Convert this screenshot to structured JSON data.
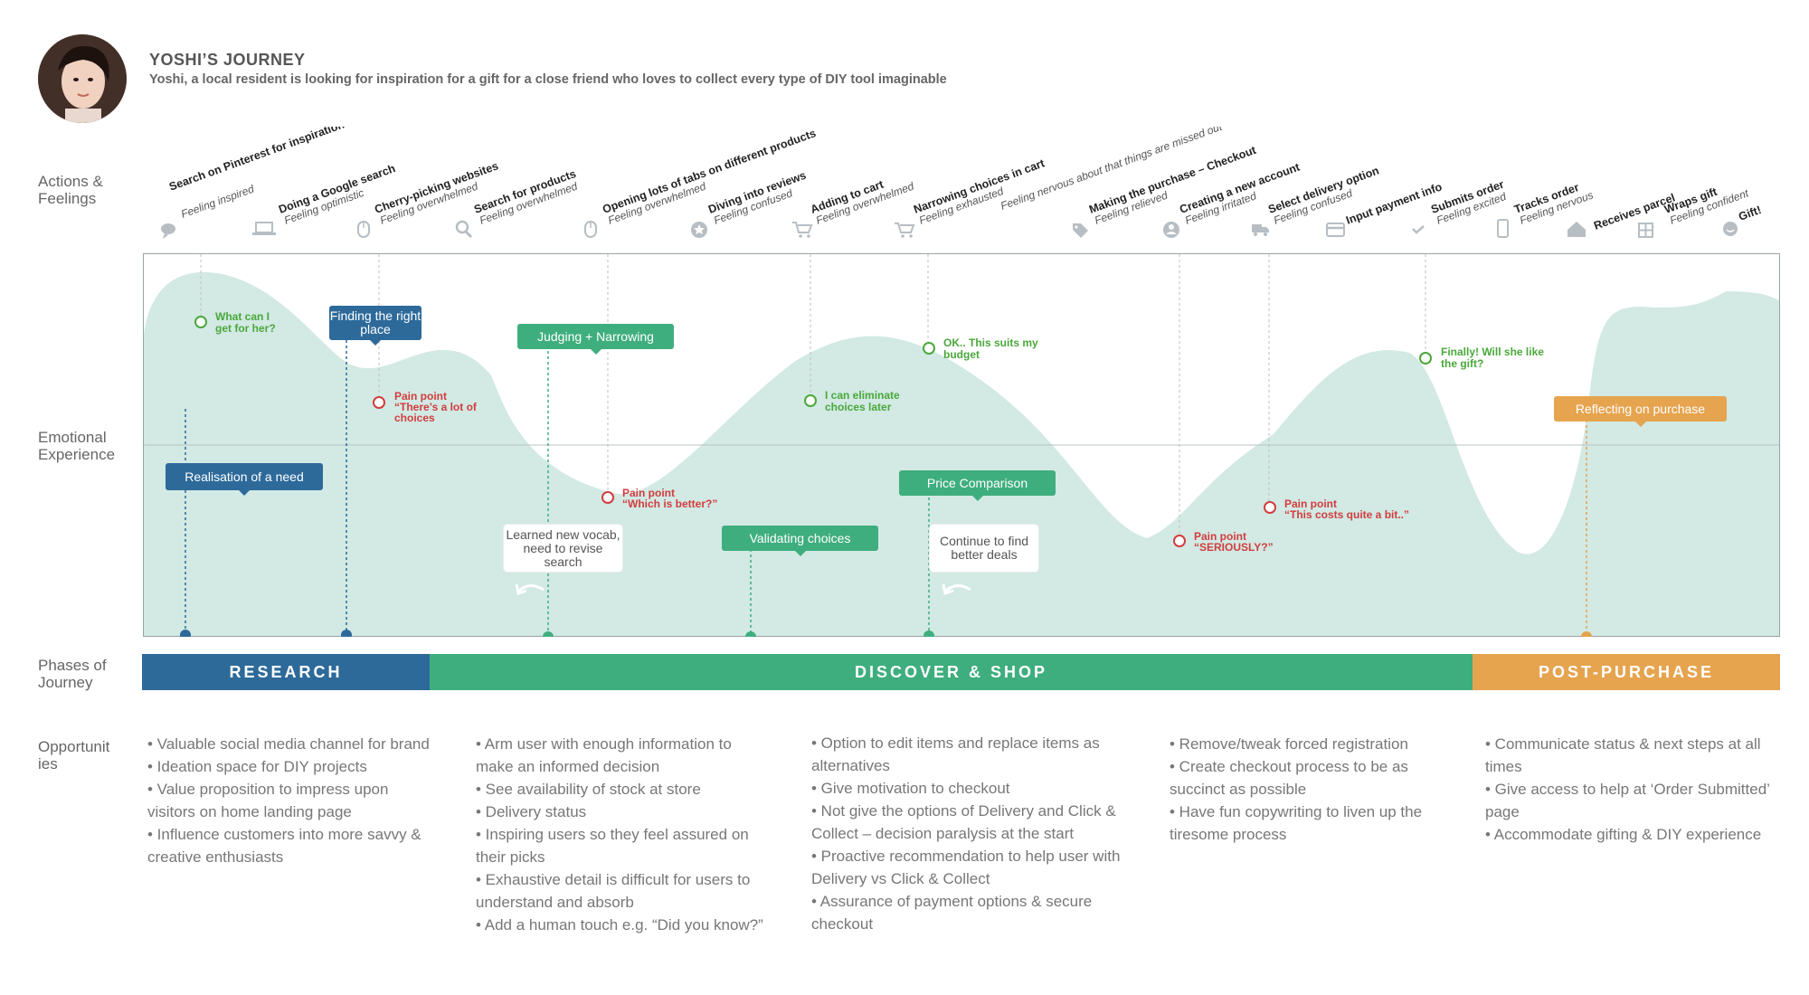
{
  "header": {
    "title": "YOSHI’S JOURNEY",
    "subtitle": "Yoshi, a local resident is looking for inspiration for a gift for a close friend who loves to collect every type of DIY tool imaginable"
  },
  "row_labels": {
    "actions": "Actions & Feelings",
    "emotional": "Emotional Experience",
    "phases": "Phases of Journey",
    "opportunities": "Opportunities"
  },
  "actions": [
    {
      "icon": "speech-bubble-icon",
      "action": "Search on Pinterest for inspiration",
      "feeling": "Feeling inspired"
    },
    {
      "icon": "laptop-icon",
      "action": "Doing a Google search",
      "feeling": "Feeling optimistic"
    },
    {
      "icon": "mouse-icon",
      "action": "Cherry-picking websites",
      "feeling": "Feeling overwhelmed"
    },
    {
      "icon": "magnifier-icon",
      "action": "Search for products",
      "feeling": "Feeling overwhelmed"
    },
    {
      "icon": "mouse-icon",
      "action": "Opening lots of tabs on different products",
      "feeling": "Feeling overwhelmed"
    },
    {
      "icon": "star-icon",
      "action": "Diving into reviews",
      "feeling": "Feeling confused"
    },
    {
      "icon": "cart-plus-icon",
      "action": "Adding to cart",
      "feeling": "Feeling overwhelmed"
    },
    {
      "icon": "cart-icon",
      "action": "Narrowing choices in cart",
      "feeling": "Feeling exhausted"
    },
    {
      "icon": "",
      "action": "",
      "feeling": "Feeling nervous about that things are missed out"
    },
    {
      "icon": "tag-icon",
      "action": "Making the purchase – Checkout",
      "feeling": "Feeling relieved"
    },
    {
      "icon": "user-icon",
      "action": "Creating a new account",
      "feeling": "Feeling irritated"
    },
    {
      "icon": "truck-icon",
      "action": "Select delivery option",
      "feeling": "Feeling confused"
    },
    {
      "icon": "card-icon",
      "action": "Input payment info",
      "feeling": ""
    },
    {
      "icon": "check-icon",
      "action": "Submits order",
      "feeling": "Feeling excited"
    },
    {
      "icon": "phone-icon",
      "action": "Tracks order",
      "feeling": "Feeling nervous"
    },
    {
      "icon": "home-icon",
      "action": "Receives parcel",
      "feeling": ""
    },
    {
      "icon": "gift-box-icon",
      "action": "Wraps gift",
      "feeling": "Feeling confident"
    },
    {
      "icon": "smile-icon",
      "action": "Gift!",
      "feeling": ""
    }
  ],
  "emotion_points": {
    "positive": [
      "What can I get for her?",
      "I can eliminate choices later",
      "OK.. This suits my budget",
      "Finally! Will she like the gift?"
    ],
    "pain": [
      {
        "label": "Pain point",
        "quote": "“There’s a lot of choices"
      },
      {
        "label": "Pain point",
        "quote": "“Which is better?”"
      },
      {
        "label": "Pain point",
        "quote": "“SERIOUSLY?”"
      },
      {
        "label": "Pain point",
        "quote": "“This costs quite a bit..”"
      }
    ]
  },
  "phase_tags": {
    "realisation": "Realisation of a need",
    "finding": "Finding the right place",
    "judging": "Judging + Narrowing",
    "validating": "Validating choices",
    "price": "Price Comparison",
    "reflecting": "Reflecting on purchase"
  },
  "notes": {
    "learned": "Learned new vocab, need to revise search",
    "continue": "Continue to find better deals"
  },
  "phases": {
    "research": "RESEARCH",
    "discover": "DISCOVER & SHOP",
    "post": "POST-PURCHASE"
  },
  "opportunities": {
    "research": [
      "• Valuable social media channel for brand",
      "• Ideation space for DIY projects",
      "• Value proposition to impress upon visitors on home landing page",
      "• Influence customers into more savvy & creative enthusiasts"
    ],
    "discover_1": [
      "• Arm user with enough information to make an informed decision",
      "• See availability of stock at store",
      "• Delivery status",
      "• Inspiring users so they feel assured on their picks",
      "• Exhaustive detail is difficult for users to understand and absorb",
      "• Add a human touch e.g. “Did you know?”"
    ],
    "discover_2": [
      "• Option to edit items and replace items as alternatives",
      "• Give motivation to checkout",
      "• Not give the options of Delivery and Click & Collect – decision paralysis at the start",
      "• Proactive recommendation to help user with Delivery vs Click & Collect",
      "• Assurance of payment options & secure checkout"
    ],
    "checkout": [
      "• Remove/tweak forced registration",
      "• Create checkout process to be as succinct as possible",
      "• Have fun copywriting to liven up the tiresome process"
    ],
    "post": [
      "• Communicate status & next steps at all times",
      "• Give access to help at ‘Order Submitted’ page",
      "• Accommodate gifting & DIY experience"
    ]
  },
  "colors": {
    "research": "#2d6a9a",
    "discover": "#3fae7e",
    "post": "#e6a44f",
    "curve": "#d2e9e4",
    "positive": "#4aa83a",
    "pain": "#d23d3d"
  }
}
